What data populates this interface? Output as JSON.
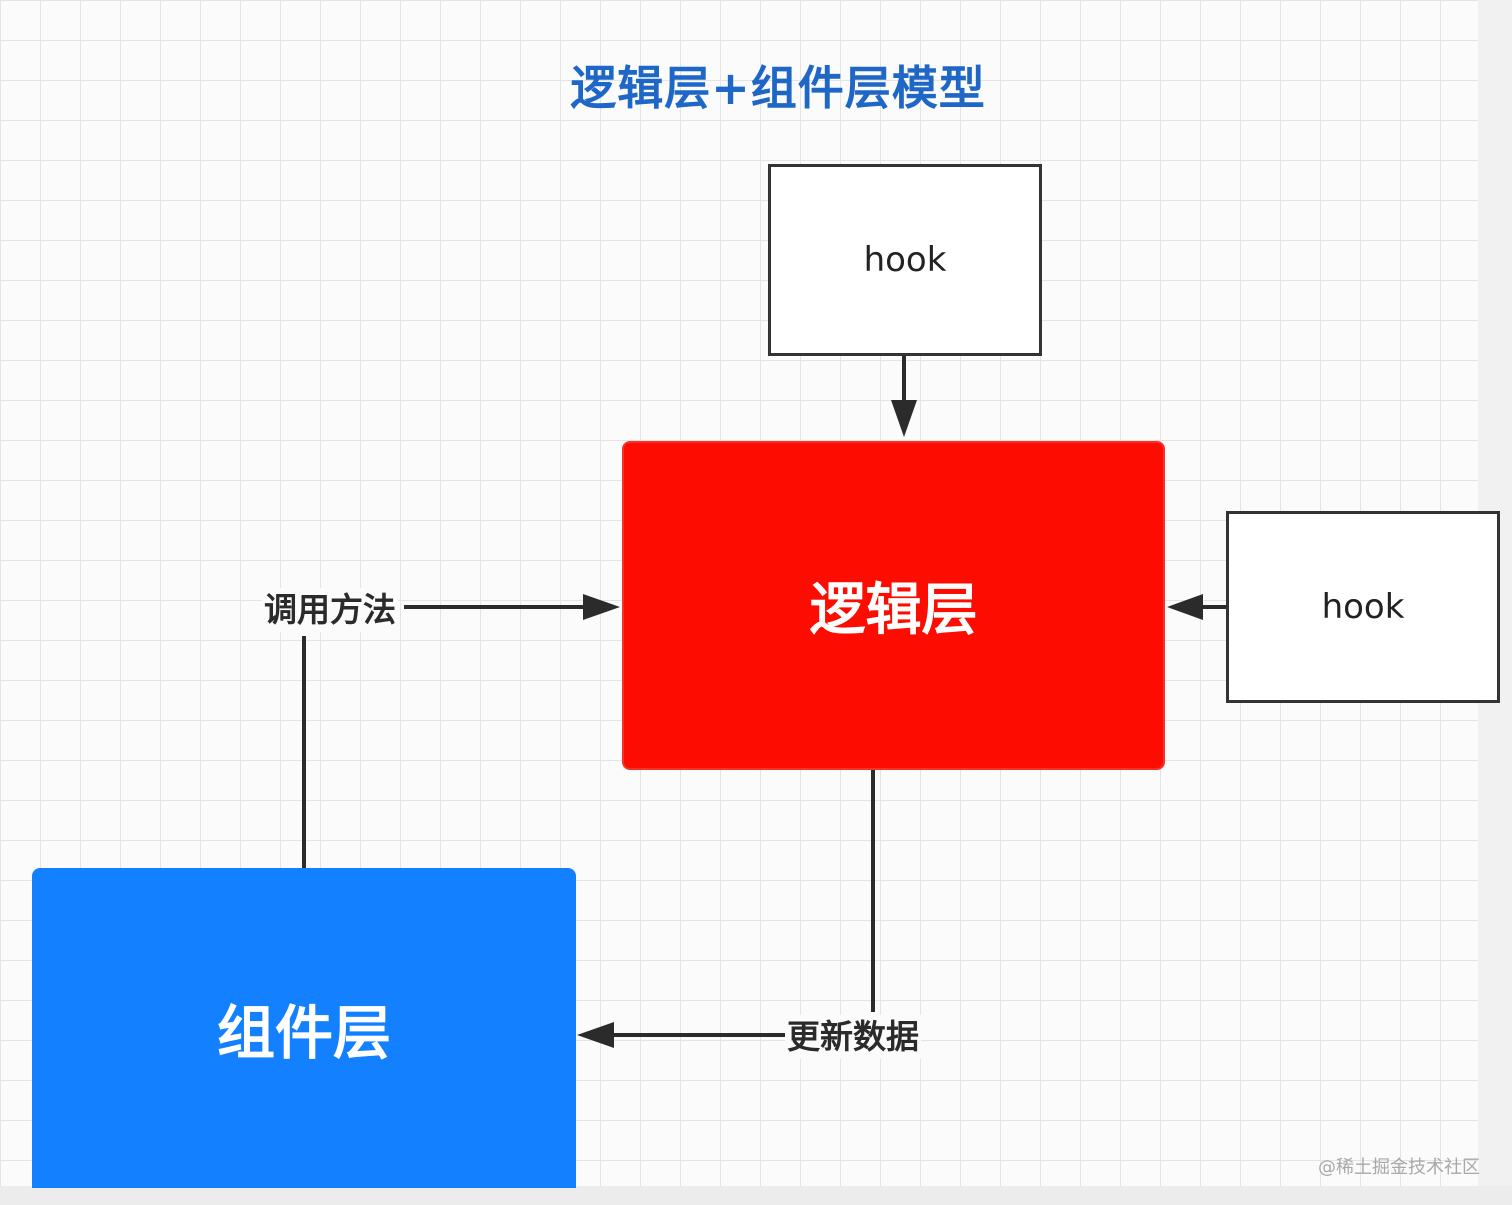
{
  "title": "逻辑层+组件层模型",
  "nodes": {
    "hook_top": "hook",
    "hook_right": "hook",
    "logic_layer": "逻辑层",
    "component_layer": "组件层"
  },
  "edges": {
    "call_method": "调用方法",
    "update_data": "更新数据"
  },
  "watermark": "@稀土掘金技术社区",
  "colors": {
    "logic_layer": "#fd0d01",
    "component_layer": "#1381ff",
    "title": "#1f67c7",
    "line": "#2b2b2b"
  }
}
